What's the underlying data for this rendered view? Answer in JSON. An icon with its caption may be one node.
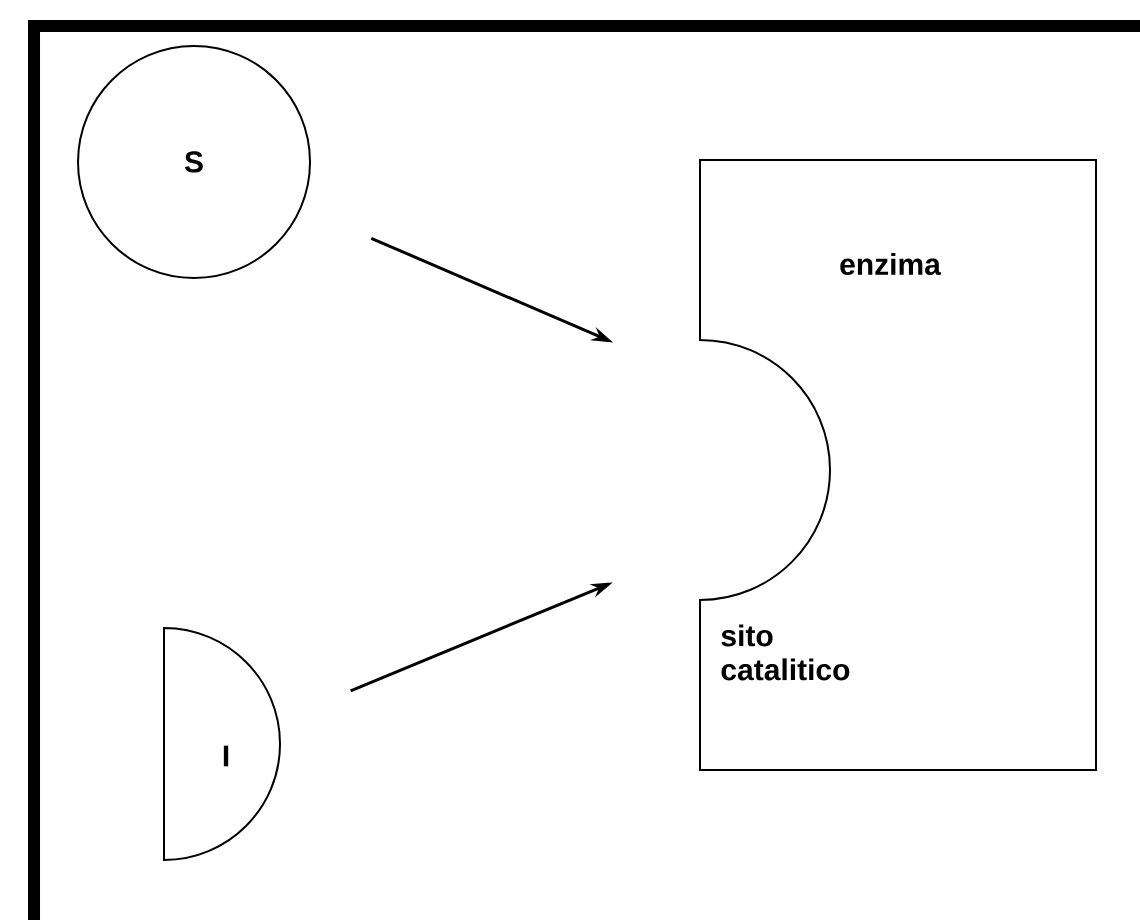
{
  "diagram": {
    "nodes": [
      {
        "text": [
          "S"
        ]
      },
      {
        "text": [
          "enzima",
          "sito catalitico"
        ]
      },
      {
        "text": [
          "I"
        ]
      }
    ],
    "edges": [
      {
        "from": 0,
        "to": 1,
        "arrow": "to"
      },
      {
        "from": 2,
        "to": 1,
        "arrow": "to"
      }
    ]
  }
}
